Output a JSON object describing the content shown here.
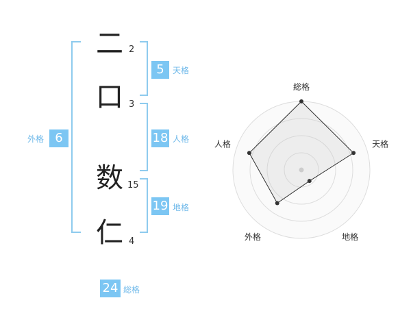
{
  "name_chars": [
    {
      "char": "二",
      "strokes": "2"
    },
    {
      "char": "口",
      "strokes": "3"
    },
    {
      "char": "数",
      "strokes": "15"
    },
    {
      "char": "仁",
      "strokes": "4"
    }
  ],
  "kaku": {
    "tenkaku": {
      "value": "5",
      "label": "天格"
    },
    "jinkaku": {
      "value": "18",
      "label": "人格"
    },
    "chikaku": {
      "value": "19",
      "label": "地格"
    },
    "gaikaku": {
      "value": "6",
      "label": "外格"
    },
    "soukaku": {
      "value": "24",
      "label": "総格"
    }
  },
  "colors": {
    "accent": "#7cc6f3",
    "bracket": "#8ecbee"
  },
  "chart_data": {
    "type": "radar",
    "axes": [
      "総格",
      "天格",
      "地格",
      "外格",
      "人格"
    ],
    "values": [
      1.0,
      0.8,
      0.2,
      0.6,
      0.8
    ],
    "range": [
      0,
      1
    ],
    "rings": 4
  }
}
